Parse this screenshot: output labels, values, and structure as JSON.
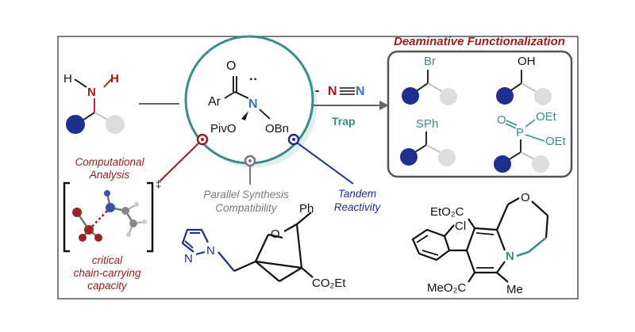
{
  "title": "Deaminative Functionalization",
  "colors": {
    "red": "#a11b1b",
    "blue": "#1f2f8f",
    "teal": "#3a8c8a",
    "gray": "#7a7a7a",
    "dark": "#111111"
  },
  "amine": {
    "h_left": "H",
    "h_right": "H",
    "n": "N"
  },
  "reagent": {
    "ar": "Ar",
    "o": "O",
    "n": "N",
    "pivo": "PivO",
    "obn": "OBn",
    "lone_pair": "··"
  },
  "arrow": {
    "minus": "-",
    "n_left": "N",
    "n_right": "N",
    "label": "Trap"
  },
  "products": {
    "br": "Br",
    "oh": "OH",
    "sph": "SPh",
    "p_o": "O",
    "p": "P",
    "oet1": "OEt",
    "oet2": "OEt"
  },
  "labels": {
    "computational": "Computational\nAnalysis",
    "computational_l1": "Computational",
    "computational_l2": "Analysis",
    "parallel_l1": "Parallel Synthesis",
    "parallel_l2": "Compatibility",
    "tandem_l1": "Tandem",
    "tandem_l2": "Reactivity",
    "critical_l1": "critical",
    "critical_l2": "chain-carrying",
    "critical_l3": "capacity",
    "dagger": "‡"
  },
  "molecule_left": {
    "n1": "N",
    "n2": "N",
    "o": "O",
    "ph": "Ph",
    "co2et": "CO₂Et"
  },
  "molecule_right": {
    "eto2c": "EtO₂C",
    "cl": "Cl",
    "o": "O",
    "n": "N",
    "meo2c": "MeO₂C",
    "me": "Me"
  }
}
